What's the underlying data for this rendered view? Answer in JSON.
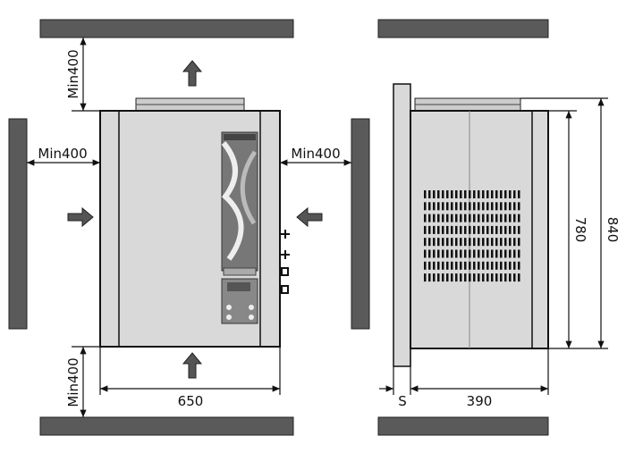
{
  "front_view": {
    "clearance_top": "Min400",
    "clearance_left": "Min400",
    "clearance_right": "Min400",
    "clearance_bottom": "Min400",
    "width": "650"
  },
  "side_view": {
    "wall_gap": "S",
    "depth": "390",
    "body_height": "780",
    "total_height": "840"
  },
  "colors": {
    "wall": "#5a5a5a",
    "panel": "#d9d9d9",
    "line": "#111111"
  }
}
